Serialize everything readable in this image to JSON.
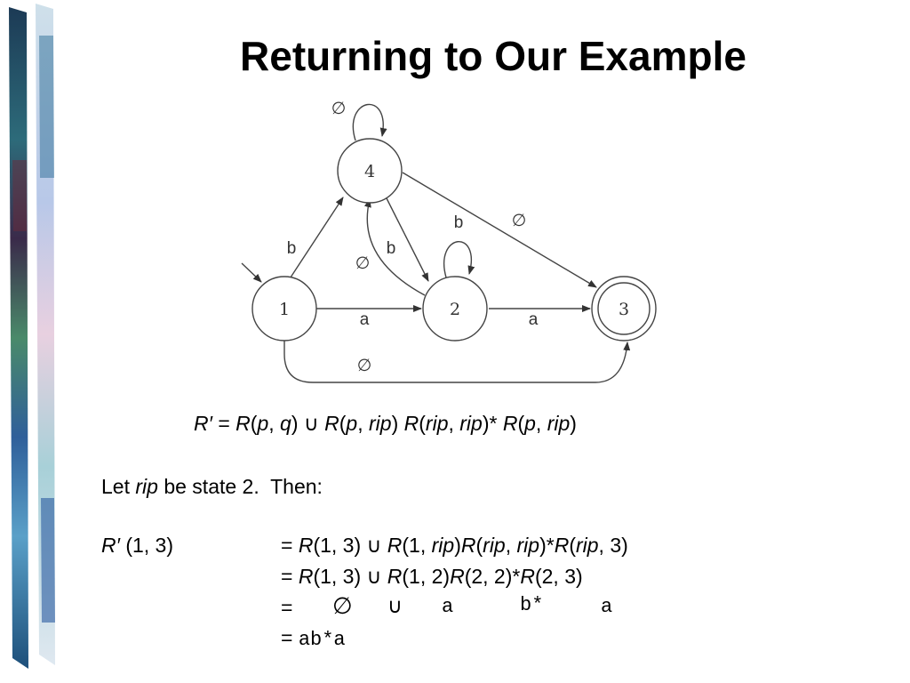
{
  "slide": {
    "title": "Returning to Our Example"
  },
  "diagram": {
    "states": [
      {
        "id": "1",
        "label": "1",
        "start": true,
        "accepting": false
      },
      {
        "id": "2",
        "label": "2",
        "start": false,
        "accepting": false
      },
      {
        "id": "3",
        "label": "3",
        "start": false,
        "accepting": true
      },
      {
        "id": "4",
        "label": "4",
        "start": false,
        "accepting": false
      }
    ],
    "transitions": [
      {
        "from": "4",
        "to": "4",
        "label": "∅"
      },
      {
        "from": "1",
        "to": "4",
        "label": "b"
      },
      {
        "from": "4",
        "to": "2",
        "label": "b"
      },
      {
        "from": "2",
        "to": "4",
        "label": "∅"
      },
      {
        "from": "2",
        "to": "2",
        "label": "b"
      },
      {
        "from": "4",
        "to": "3",
        "label": "∅"
      },
      {
        "from": "1",
        "to": "2",
        "label": "a"
      },
      {
        "from": "2",
        "to": "3",
        "label": "a"
      },
      {
        "from": "1",
        "to": "3",
        "label": "∅"
      }
    ]
  },
  "formula": {
    "general": {
      "lhs": "R′",
      "eq": "=",
      "p1_fn": "R",
      "p1_open": "(",
      "p1_a": "p",
      "p1_comma": ", ",
      "p1_b": "q",
      "p1_close": ")",
      "union": " ∪ ",
      "p2_fn": "R",
      "p2_open": "(",
      "p2_a": "p",
      "p2_comma": ", ",
      "p2_b": "rip",
      "p2_close": ") ",
      "p3_fn": "R",
      "p3_open": "(",
      "p3_a": "rip",
      "p3_comma": ", ",
      "p3_b": "rip",
      "p3_close": ")* ",
      "p4_fn": "R",
      "p4_open": "(",
      "p4_a": "p",
      "p4_comma": ", ",
      "p4_b": "rip",
      "p4_close": ")"
    },
    "let": {
      "pre": "Let ",
      "rip": "rip",
      "post": " be state 2.  Then:"
    },
    "derivation": {
      "lhs_fn": "R′",
      "lhs_args": " (1, 3)",
      "line1": {
        "eq": "= ",
        "a_fn": "R",
        "a_args": "(1, 3)",
        "union": " ∪ ",
        "b_fn": "R",
        "b_open": "(1, ",
        "b_rip": "rip",
        "b_close": ")",
        "c_fn": "R",
        "c_open": "(",
        "c_rip1": "rip",
        "c_comma": ", ",
        "c_rip2": "rip",
        "c_close": ")*",
        "d_fn": "R",
        "d_open": "(",
        "d_rip": "rip",
        "d_close": ", 3)"
      },
      "line2": {
        "eq": "= ",
        "a_fn": "R",
        "a_args": "(1, 3)",
        "union": " ∪ ",
        "b_fn": "R",
        "b_args": "(1, 2)",
        "c_fn": "R",
        "c_args": "(2, 2)*",
        "d_fn": "R",
        "d_args": "(2, 3)"
      },
      "line3": {
        "eq": "=",
        "empty": "∅",
        "union": "∪",
        "a": "a",
        "bstar": "b*",
        "a2": "a"
      },
      "line4": {
        "eq": "= ",
        "result": "ab*a"
      }
    }
  }
}
